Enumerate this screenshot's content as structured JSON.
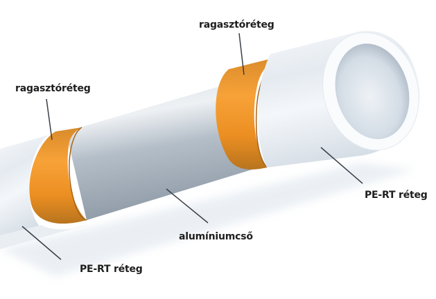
{
  "diagram": {
    "subject": "multilayer pipe cross-section",
    "labels": {
      "adhesive_top": "ragasztóréteg",
      "adhesive_left": "ragasztóréteg",
      "aluminium": "alumíniumcső",
      "pe_rt_right": "PE-RT réteg",
      "pe_rt_bottom": "PE-RT réteg"
    },
    "layers": [
      {
        "name": "PE-RT réteg",
        "role": "outer/inner plastic layer",
        "color": "#eef3f8"
      },
      {
        "name": "ragasztóréteg",
        "role": "adhesive layer",
        "color": "#f0951e"
      },
      {
        "name": "alumíniumcső",
        "role": "aluminium tube",
        "color": "#b9c3cc"
      }
    ],
    "colors": {
      "adhesive": "#f0951e",
      "adhesive_dark": "#c9771a",
      "aluminium": "#b9c3cc",
      "pe_rt": "#eef3f8",
      "leader_line": "#3a3f47",
      "text": "#1e1e1e"
    }
  }
}
